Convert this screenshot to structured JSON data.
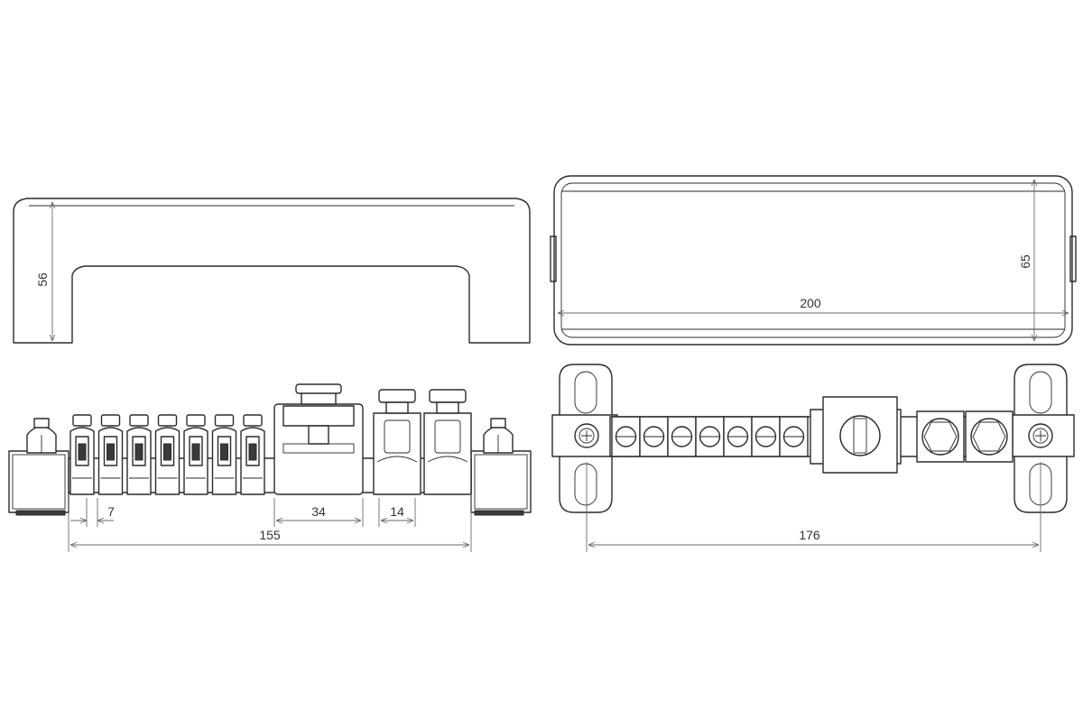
{
  "dimensions": {
    "cover_front_height": "56",
    "cover_top_height": "65",
    "cover_top_length": "200",
    "clamp_pitch": "7",
    "center_clamp_width": "34",
    "side_clamp_width": "14",
    "rail_length": "155",
    "mounting_length": "176"
  },
  "colors": {
    "line": "#2b2b2b",
    "dimension": "#6a6a6a",
    "background": "#ffffff"
  }
}
